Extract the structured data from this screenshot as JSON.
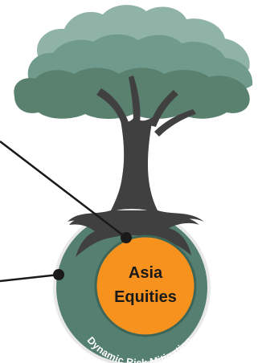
{
  "diagram": {
    "core_label_line1": "Asia",
    "core_label_line2": "Equities",
    "ring_label": "Dynamic Risk Mitigation"
  },
  "colors": {
    "canopy_back": "#8fb3a6",
    "canopy_mid": "#6f9a8c",
    "canopy_front": "#5a8070",
    "trunk": "#404040",
    "ring": "#557f70",
    "ring_edge": "#e8e8e8",
    "core": "#f7921e",
    "connector": "#1a1a1a"
  }
}
